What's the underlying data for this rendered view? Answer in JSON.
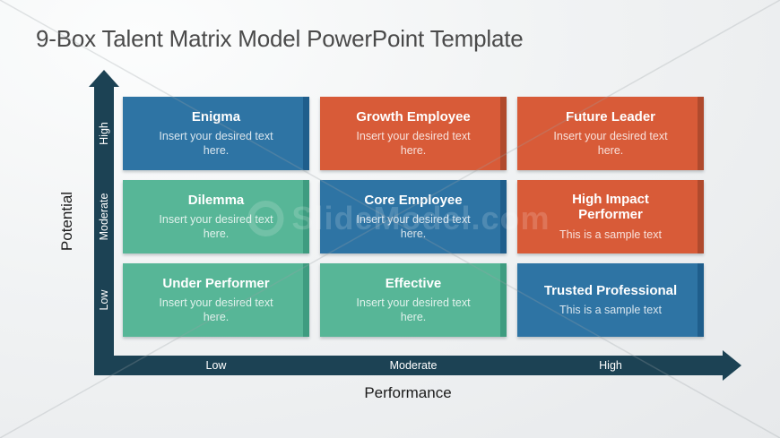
{
  "slide": {
    "title": "9-Box Talent Matrix Model PowerPoint Template",
    "watermark": "SlideModel.com"
  },
  "matrix": {
    "cells": [
      {
        "title": "Enigma",
        "subtitle": "Insert your desired text here.",
        "bg": "#2e74a4",
        "edge": "#1f5e8c"
      },
      {
        "title": "Growth Employee",
        "subtitle": "Insert your desired text here.",
        "bg": "#d85b38",
        "edge": "#b04a2d"
      },
      {
        "title": "Future Leader",
        "subtitle": "Insert your desired text here.",
        "bg": "#d85b38",
        "edge": "#b04a2d"
      },
      {
        "title": "Dilemma",
        "subtitle": "Insert your desired text here.",
        "bg": "#57b697",
        "edge": "#3e9c80"
      },
      {
        "title": "Core Employee",
        "subtitle": "Insert your desired text here.",
        "bg": "#2e74a4",
        "edge": "#1f5e8c"
      },
      {
        "title": "High Impact Performer",
        "subtitle": "This is a sample text",
        "bg": "#d85b38",
        "edge": "#b04a2d"
      },
      {
        "title": "Under Performer",
        "subtitle": "Insert your desired text here.",
        "bg": "#57b697",
        "edge": "#3e9c80"
      },
      {
        "title": "Effective",
        "subtitle": "Insert your desired text here.",
        "bg": "#57b697",
        "edge": "#3e9c80"
      },
      {
        "title": "Trusted Professional",
        "subtitle": "This is a sample text",
        "bg": "#2e74a4",
        "edge": "#1f5e8c"
      }
    ]
  },
  "axes": {
    "color": "#1c4254",
    "y": {
      "label": "Potential",
      "ticks": [
        "High",
        "Moderate",
        "Low"
      ]
    },
    "x": {
      "label": "Performance",
      "ticks": [
        "Low",
        "Moderate",
        "High"
      ]
    }
  }
}
